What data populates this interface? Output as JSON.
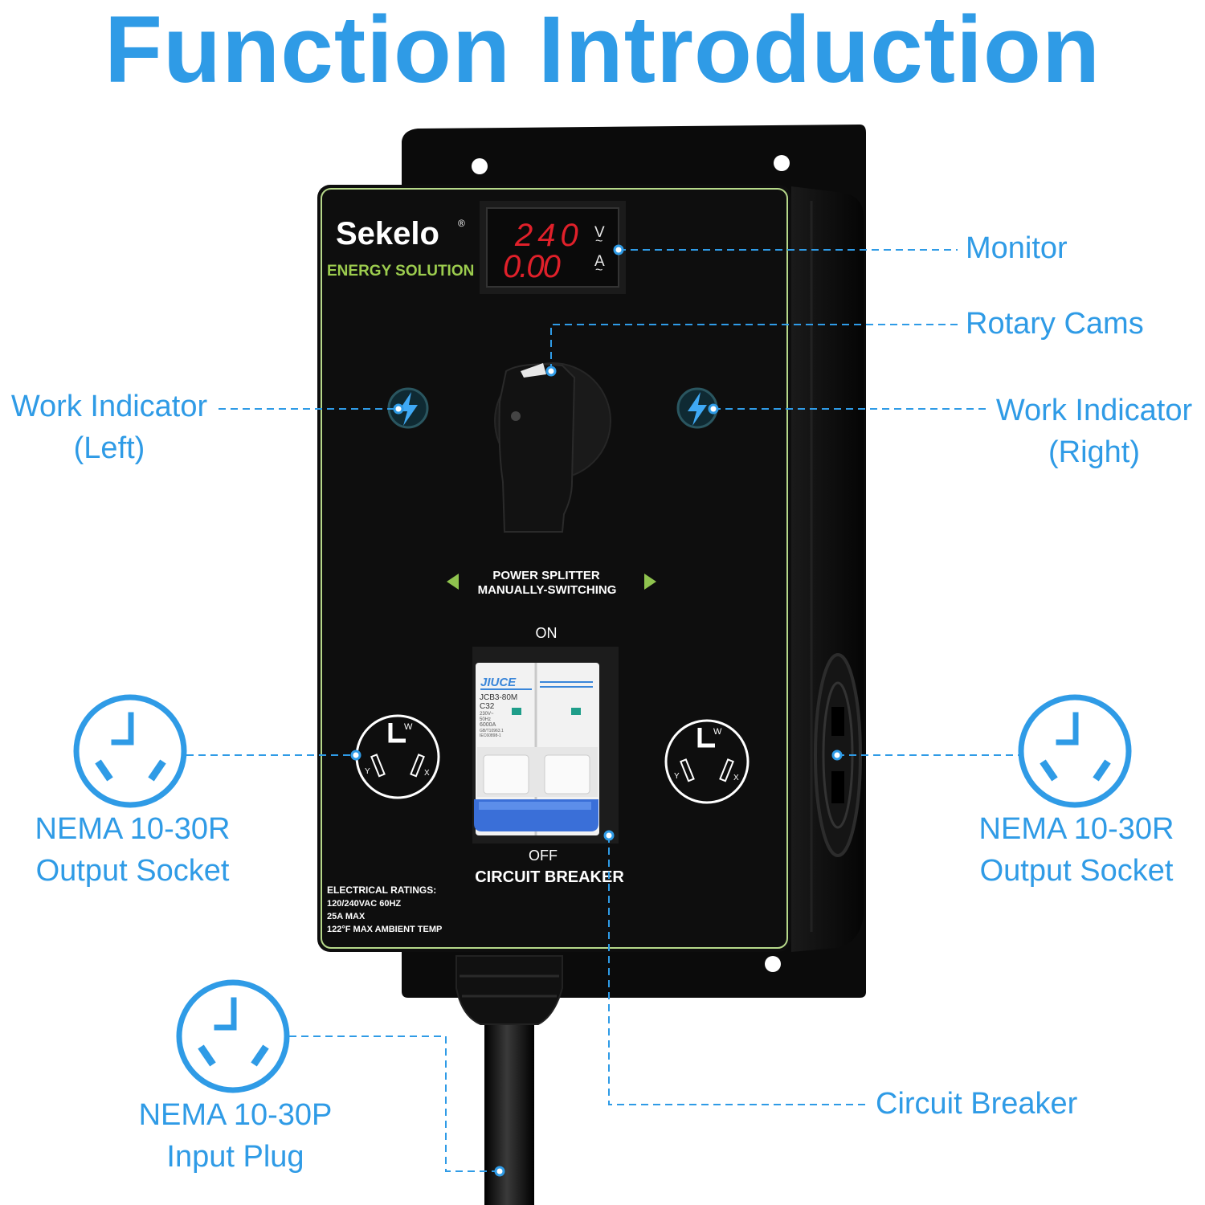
{
  "title": "Function Introduction",
  "brand": {
    "name": "Sekelo",
    "registered_mark": "®",
    "tagline": "ENERGY SOLUTION"
  },
  "meter": {
    "voltage": "240",
    "current": "0.00",
    "voltage_unit": "V",
    "current_unit": "A",
    "wave": "~"
  },
  "panel": {
    "mode_line1": "POWER SPLITTER",
    "mode_line2": "MANUALLY-SWITCHING",
    "on_label": "ON",
    "off_label": "OFF",
    "breaker_label": "CIRCUIT BREAKER",
    "ratings": [
      "ELECTRICAL RATINGS:",
      "120/240VAC 60HZ",
      "25A MAX",
      "122°F MAX AMBIENT TEMP"
    ],
    "socket_pins": {
      "w": "W",
      "y": "Y",
      "x": "X"
    }
  },
  "breaker": {
    "brand": "JIUCE",
    "model": "JCB3-80M",
    "rating": "C32",
    "spec_lines": [
      "230V~",
      "50Hz",
      "6000A",
      "GB/T10963.1",
      "IEC60898-1"
    ]
  },
  "callouts": {
    "monitor": "Monitor",
    "rotary_cams": "Rotary Cams",
    "work_left_1": "Work Indicator",
    "work_left_2": "(Left)",
    "work_right_1": "Work Indicator",
    "work_right_2": "(Right)",
    "socket_left_1": "NEMA 10-30R",
    "socket_left_2": "Output Socket",
    "socket_right_1": "NEMA 10-30R",
    "socket_right_2": "Output Socket",
    "plug_1": "NEMA 10-30P",
    "plug_2": "Input Plug",
    "circuit_breaker": "Circuit Breaker"
  },
  "colors": {
    "accent": "#2f9be6",
    "panel": "#0d0d0d",
    "panel_border": "#b6d88a",
    "meter_digits": "#e0202a",
    "tagline": "#9ccc4e",
    "breaker_handle": "#3a6fd8"
  }
}
